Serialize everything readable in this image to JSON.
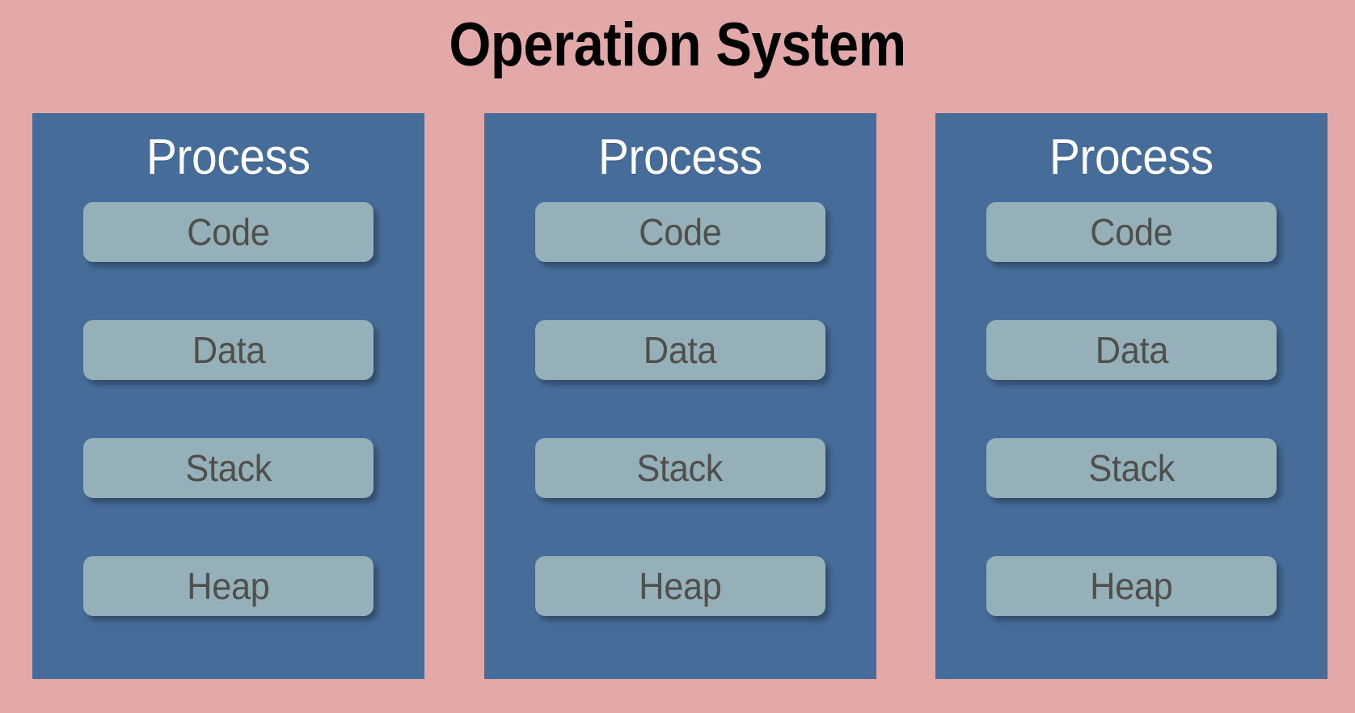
{
  "diagram": {
    "title": "Operation System",
    "background_color": "#e3a9a9",
    "panel_color": "#466d99",
    "segment_color": "#96b0ba",
    "title_color": "#000000",
    "panel_heading_color": "#ffffff",
    "segment_label_color": "#4f4f4b"
  },
  "processes": [
    {
      "heading": "Process",
      "segments": [
        {
          "label": "Code"
        },
        {
          "label": "Data"
        },
        {
          "label": "Stack"
        },
        {
          "label": "Heap"
        }
      ]
    },
    {
      "heading": "Process",
      "segments": [
        {
          "label": "Code"
        },
        {
          "label": "Data"
        },
        {
          "label": "Stack"
        },
        {
          "label": "Heap"
        }
      ]
    },
    {
      "heading": "Process",
      "segments": [
        {
          "label": "Code"
        },
        {
          "label": "Data"
        },
        {
          "label": "Stack"
        },
        {
          "label": "Heap"
        }
      ]
    }
  ]
}
